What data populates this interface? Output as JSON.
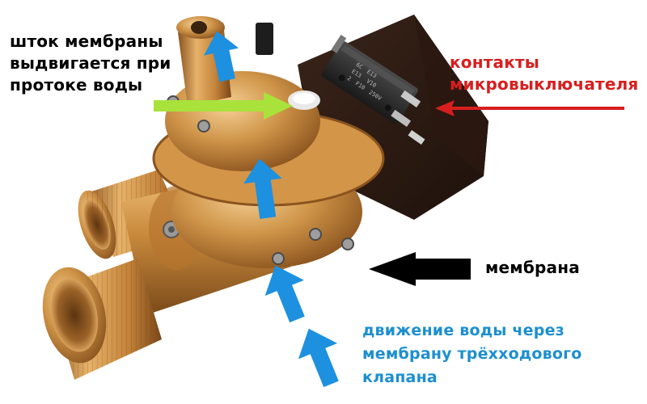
{
  "labels": {
    "stem": [
      "шток мембраны",
      "выдвигается при",
      "протоке воды"
    ],
    "contacts": [
      "контакты",
      "микровыключателя"
    ],
    "membrane": [
      "мембрана"
    ],
    "water": [
      "движение воды через",
      "мембрану трёхходового",
      "клапана"
    ]
  },
  "microswitch": {
    "marking": [
      "6C",
      "E13",
      "E13",
      "V10",
      "2",
      "F10",
      "250V"
    ]
  },
  "colors": {
    "stem_label": "#000000",
    "contacts_label": "#d81e1e",
    "membrane_label": "#000000",
    "water_label": "#1c8fcf",
    "up_arrows": "#1e90e0",
    "stem_pointer": "#a8e23a",
    "contacts_pointer": "#d81e1e",
    "membrane_pointer": "#000000",
    "brass": "#c98a3c",
    "switch_body": "#2b1a12"
  },
  "icons": [
    "up-arrow-icon",
    "right-pointer-arrow-icon",
    "left-pointer-arrow-icon"
  ]
}
